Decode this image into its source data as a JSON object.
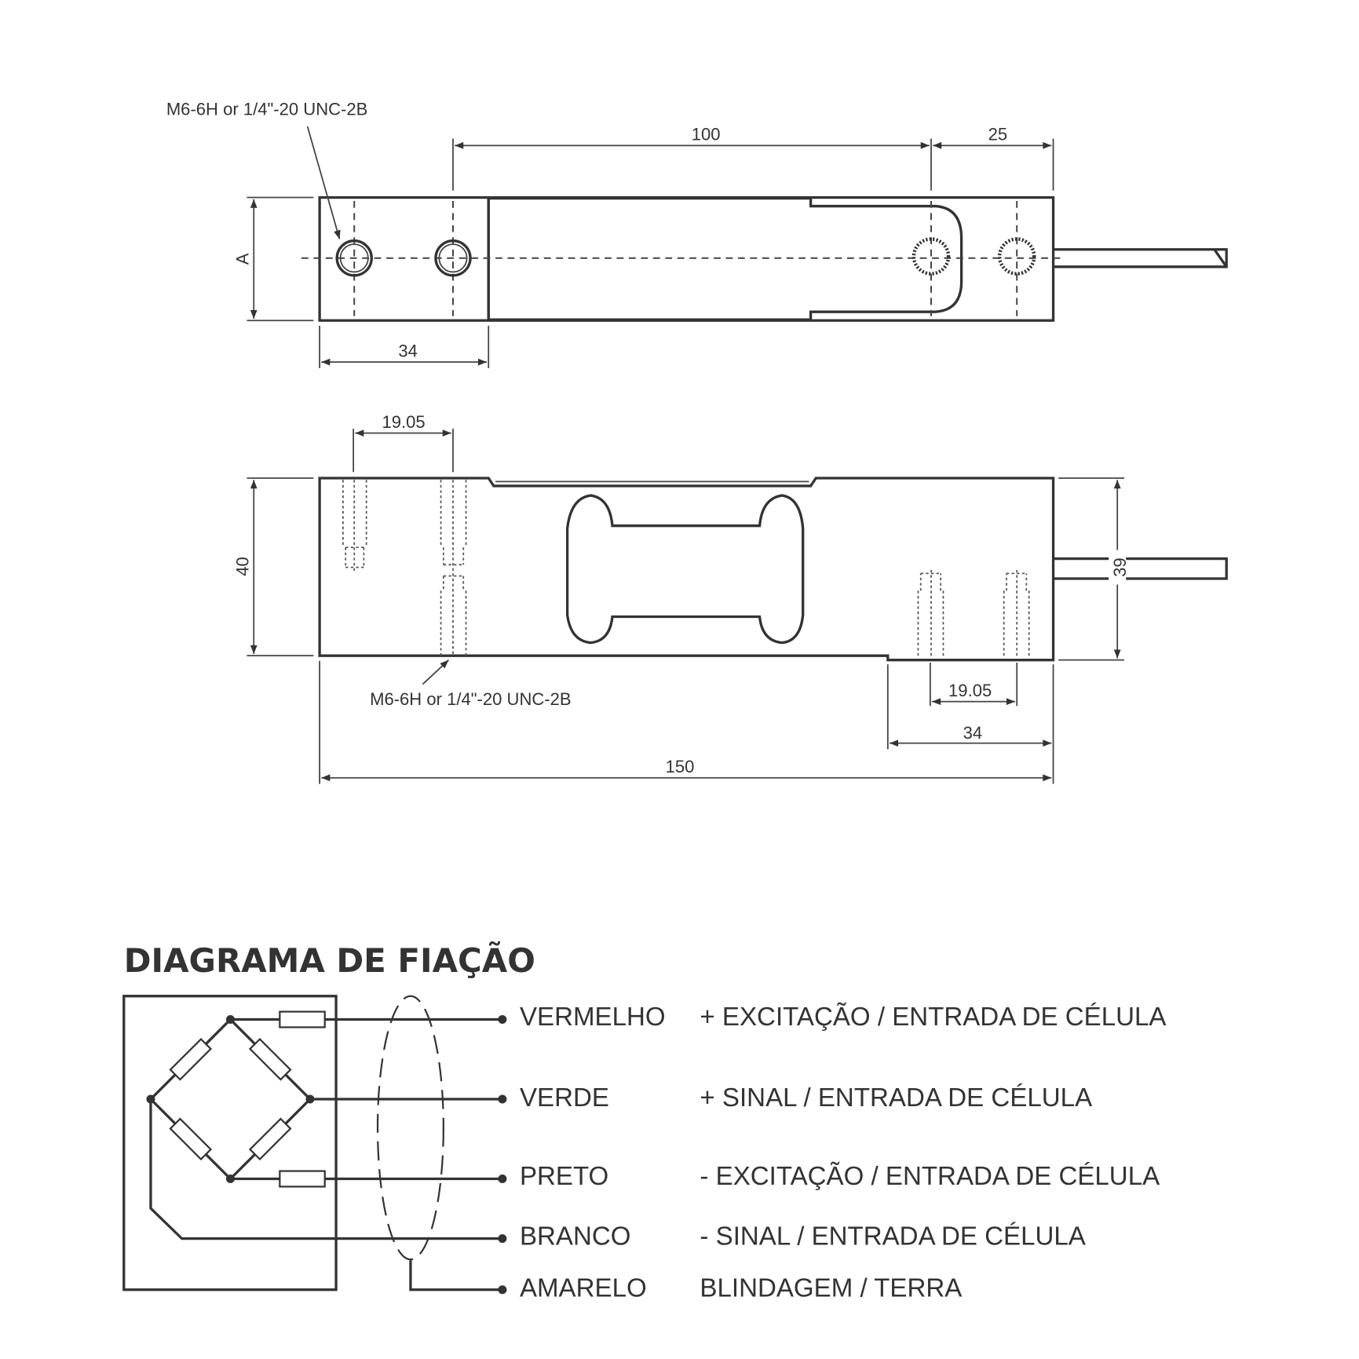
{
  "drawing": {
    "thread_note_top": "M6-6H or 1/4\"-20 UNC-2B",
    "thread_note_front": "M6-6H or 1/4\"-20 UNC-2B",
    "dims": {
      "d100": "100",
      "d25": "25",
      "dA": "A",
      "d34_top": "34",
      "d1905_top": "19.05",
      "d40": "40",
      "d39": "39",
      "d1905_bottom": "19.05",
      "d34_bottom": "34",
      "d150": "150"
    }
  },
  "wiring": {
    "title": "DIAGRAMA DE FIAÇÃO",
    "wires": [
      {
        "color": "VERMELHO",
        "function": "+ EXCITAÇÃO / ENTRADA DE CÉLULA"
      },
      {
        "color": "VERDE",
        "function": "+ SINAL / ENTRADA DE CÉLULA"
      },
      {
        "color": "PRETO",
        "function": "- EXCITAÇÃO / ENTRADA DE CÉLULA"
      },
      {
        "color": "BRANCO",
        "function": "- SINAL / ENTRADA DE CÉLULA"
      },
      {
        "color": "AMARELO",
        "function": "BLINDAGEM / TERRA"
      }
    ]
  }
}
